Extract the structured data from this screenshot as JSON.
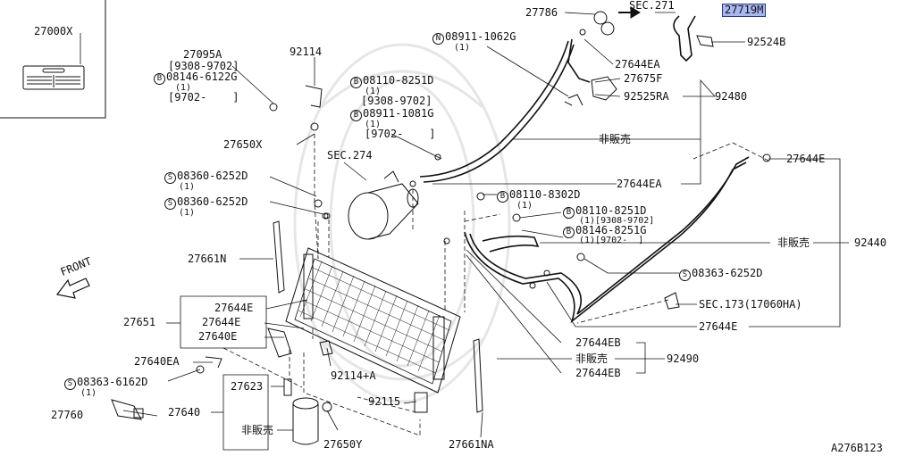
{
  "diagram_id": "A276B123",
  "arrow_labels": {
    "front": "FRONT",
    "sec271": "SEC.271"
  },
  "labels": {
    "p27000x": "27000X",
    "p27786": "27786",
    "p27719m": "27719M",
    "p92524b": "92524B",
    "p08911_1062g": "08911-1062G",
    "p08911_1062g_qty": "(1)",
    "p27644ea_top": "27644EA",
    "p27675f": "27675F",
    "p92525ra": "92525RA",
    "p92480": "92480",
    "p27095a": "27095A",
    "p27095a_date": "[9308-9702]",
    "p08146_6122g": "08146-6122G",
    "p08146_6122g_qty": "(1)",
    "p08146_6122g_date": "[9702-    ]",
    "p92114": "92114",
    "p08110_8251d": "08110-8251D",
    "p08110_8251d_qty": "(1)",
    "p08110_8251d_date": "[9308-9702]",
    "p08911_1081g": "08911-1081G",
    "p08911_1081g_qty": "(1)",
    "p08911_1081g_date": "[9702-    ]",
    "p27650x": "27650X",
    "hihanbai_top": "非販売",
    "sec274": "SEC.274",
    "p27644e_right": "27644E",
    "p27644ea_mid": "27644EA",
    "p08360_6252d_a": "08360-6252D",
    "p08360_6252d_a_qty": "(1)",
    "p08360_6252d_b": "08360-6252D",
    "p08360_6252d_b_qty": "(1)",
    "p08110_8302d": "08110-8302D",
    "p08110_8302d_qty": "(1)",
    "p08110_8251d_b": "08110-8251D",
    "p08110_8251d_b_sub": "(1)[9308-9702]",
    "p08146_8251g": "08146-8251G",
    "p08146_8251g_sub": "(1)[9702-  ]",
    "hihanbai_mid": "非販売",
    "p92440": "92440",
    "p27661n": "27661N",
    "p08363_6252d": "08363-6252D",
    "p27651": "27651",
    "p27644e_a": "27644E",
    "p27644e_b": "27644E",
    "p27640e": "27640E",
    "sec173": "SEC.173(17060HA)",
    "p27644e_bottom": "27644E",
    "p27640ea": "27640EA",
    "p27644eb_a": "27644EB",
    "hihanbai_low": "非販売",
    "p92490": "92490",
    "p27644eb_b": "27644EB",
    "p92114a": "92114+A",
    "p08363_6162d": "08363-6162D",
    "p08363_6162d_qty": "(1)",
    "p27623": "27623",
    "p92115": "92115",
    "p27760": "27760",
    "p27640": "27640",
    "hihanbai_bot": "非販売",
    "p27650y": "27650Y",
    "p27661na": "27661NA"
  },
  "prefix_marks": {
    "b": "B",
    "s": "S",
    "n": "N"
  }
}
